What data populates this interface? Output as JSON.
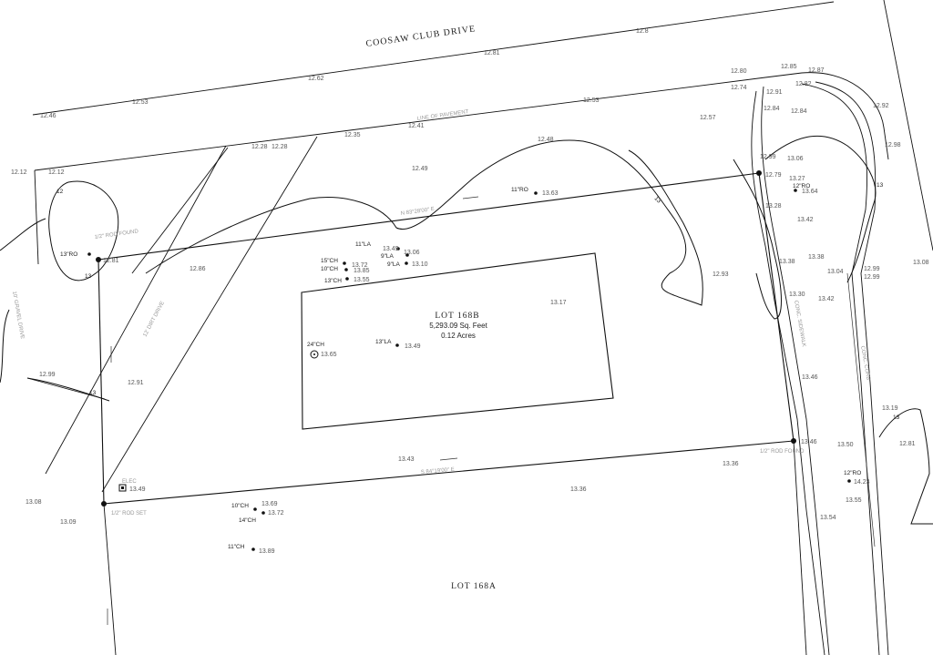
{
  "road_label": "COOSAW CLUB DRIVE",
  "lot_label": "LOT 168B",
  "lot_sqft": "5,293.09 Sq. Feet",
  "lot_acres": "0.12 Acres",
  "neighbor_lot_label": "LOT 168A",
  "contour_labels": [
    "12",
    "13",
    "13",
    "13",
    "13",
    "13"
  ],
  "elevations": [
    "12.46",
    "12.53",
    "12.62",
    "12.81",
    "12.8",
    "12.12",
    "12.12",
    "12.28",
    "12.28",
    "12.35",
    "12.41",
    "12.53",
    "12.57",
    "12.48",
    "12.49",
    "12.80",
    "12.74",
    "12.85",
    "12.87",
    "12.82",
    "12.91",
    "12.84",
    "12.84",
    "12.92",
    "12.98",
    "12.99",
    "13.06",
    "12.79",
    "13.27",
    "13.64",
    "13.28",
    "13.42",
    "13.63",
    "12.86",
    "12.81",
    "13.38",
    "13.38",
    "13.04",
    "12.99",
    "12.99",
    "13.08",
    "13.30",
    "13.42",
    "12.93",
    "13.17",
    "13.46",
    "13.46",
    "13.50",
    "12.81",
    "14.23",
    "13.55",
    "13.54",
    "13.19",
    "13.36",
    "13.36",
    "13.43",
    "13.49",
    "13.08",
    "13.09",
    "12.99",
    "12.91",
    "13.69",
    "13.72",
    "13.89",
    "13.72",
    "13.85",
    "13.55",
    "13.49",
    "13.06",
    "13.10",
    "13.65",
    "13.49"
  ],
  "tree_tags": [
    "13\"RO",
    "11\"RO",
    "12\"RO",
    "12\"RO",
    "15\"CH",
    "10\"CH",
    "13\"CH",
    "11\"LA",
    "9\"LA",
    "9\"LA",
    "24\"CH",
    "13\"LA",
    "10\"CH",
    "14\"CH",
    "11\"CH"
  ],
  "pin_labels": [
    "1/2\" ROD FOUND",
    "1/2\" ROD FOUND",
    "1/2\" ROD SET",
    "ELEC"
  ],
  "faint_notes": [
    "LINE OF PAVEMENT",
    "12' DIRT DRIVE",
    "10' GRAVEL DRIVE",
    "CONC. SIDEWALK",
    "CONC. CURB",
    "N 83°28'00\" E",
    "S 84°19'00\" E"
  ]
}
